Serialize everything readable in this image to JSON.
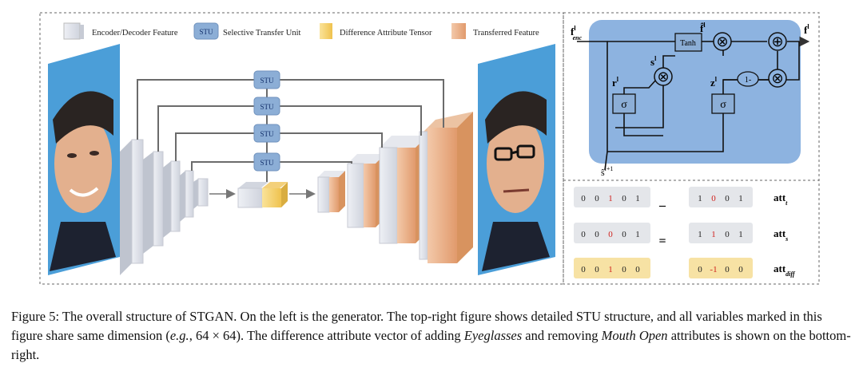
{
  "legend": {
    "encoder_decoder": "Encoder/Decoder Feature",
    "stu_badge": "STU",
    "stu": "Selective Transfer Unit",
    "diff_tensor": "Difference Attribute Tensor",
    "transferred": "Transferred Feature"
  },
  "generator": {
    "stu_labels": [
      "STU",
      "STU",
      "STU",
      "STU"
    ]
  },
  "stu_detail": {
    "f_enc": "f",
    "f_enc_sup": "l",
    "f_enc_sub": "enc",
    "f_hat": "f̂",
    "f_hat_sup": "l",
    "f_out": "f",
    "f_out_sup": "l",
    "s": "s",
    "s_sup": "l",
    "r": "r",
    "r_sup": "l",
    "z": "z",
    "z_sup": "l",
    "tanh": "Tanh",
    "sigma": "σ",
    "one_minus": "1-",
    "s_hat": "ŝ",
    "s_hat_sup": "l+1",
    "times": "⊗",
    "plus": "⊕"
  },
  "attr_table": {
    "rows": [
      {
        "left": [
          "0",
          "0",
          "1",
          "0",
          "1"
        ],
        "left_red": 2,
        "op": "–",
        "right": [
          "1",
          "0",
          "0",
          "1"
        ],
        "right_red": 1,
        "label": "att",
        "label_sub": "t"
      },
      {
        "left": [
          "0",
          "0",
          "0",
          "0",
          "1"
        ],
        "left_red": 2,
        "op": "=",
        "right": [
          "1",
          "1",
          "0",
          "1"
        ],
        "right_red": 1,
        "label": "att",
        "label_sub": "s"
      },
      {
        "left": [
          "0",
          "0",
          "1",
          "0",
          "0"
        ],
        "left_red": 2,
        "op": "",
        "right": [
          "0",
          "-1",
          "0",
          "0"
        ],
        "right_red": 1,
        "label": "att",
        "label_sub": "diff"
      }
    ]
  },
  "caption": {
    "prefix": "Figure 5: The overall structure of STGAN. On the left is the generator. The top-right figure shows detailed STU structure, and all variables marked in this figure share same dimension (",
    "eg": "e.g.",
    "dims": ", 64 × 64). The difference attribute vector of adding ",
    "eyeglasses": "Eyeglasses",
    "and_removing": " and removing ",
    "mouth_open": "Mouth Open",
    "suffix": " attributes is shown on the bottom-right."
  },
  "colors": {
    "feature_gray": "#d8dbe4",
    "stu_blue": "#7ea3cf",
    "diff_yellow": "#f2cd66",
    "transferred_orange": "#e6a77f",
    "stu_panel": "#8db3e0",
    "red_digit": "#d0201c"
  }
}
